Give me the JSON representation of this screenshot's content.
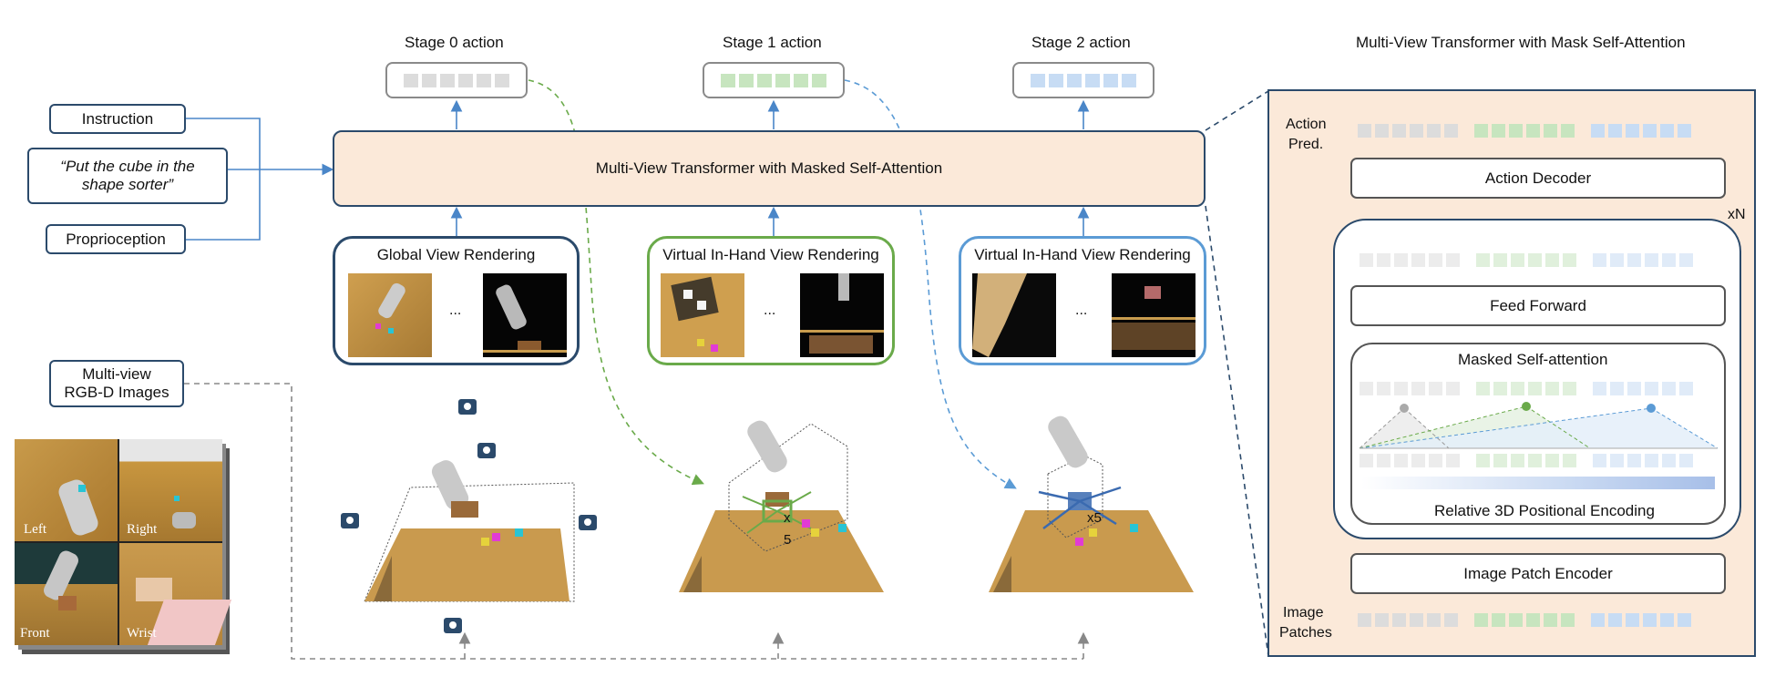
{
  "inputs": {
    "instruction": "Instruction",
    "quote_line1": "“Put the cube in the",
    "quote_line2": "shape sorter”",
    "proprioception": "Proprioception",
    "multiview_line1": "Multi-view",
    "multiview_line2": "RGB-D Images"
  },
  "camera_labels": [
    "Left",
    "Right",
    "Front",
    "Wrist"
  ],
  "stages": [
    {
      "label": "Stage 0 action",
      "color": "#dcdcdc",
      "render_title": "Global View Rendering",
      "border": "#2b4a6b"
    },
    {
      "label": "Stage 1 action",
      "color": "#c7e5bf",
      "render_title": "Virtual In-Hand View Rendering",
      "border": "#6aaa4a"
    },
    {
      "label": "Stage 2 action",
      "color": "#c7dcf4",
      "render_title": "Virtual In-Hand View Rendering",
      "border": "#5b9bd5"
    }
  ],
  "ellipsis": "...",
  "transformer_label": "Multi-View Transformer with Masked Self-Attention",
  "zoom_markers": [
    "x",
    "5",
    "x5"
  ],
  "panel": {
    "title": "Multi-View Transformer with Mask Self-Attention",
    "action_pred_line1": "Action",
    "action_pred_line2": "Pred.",
    "action_decoder": "Action Decoder",
    "repeat": "xN",
    "feed_forward": "Feed Forward",
    "masked_self_attention": "Masked Self-attention",
    "rel_pos": "Relative 3D Positional Encoding",
    "patch_encoder": "Image Patch Encoder",
    "image_patches_line1": "Image",
    "image_patches_line2": "Patches"
  },
  "colors": {
    "navy": "#2b4a6b",
    "stage0": "#dcdcdc",
    "stage1": "#c7e5bf",
    "stage2": "#c7dcf4",
    "transformer_fill": "#fbe9d9",
    "arrow_blue": "#4a86c8",
    "green_dash": "#6aaa4a",
    "blue_dash": "#5b9bd5"
  }
}
